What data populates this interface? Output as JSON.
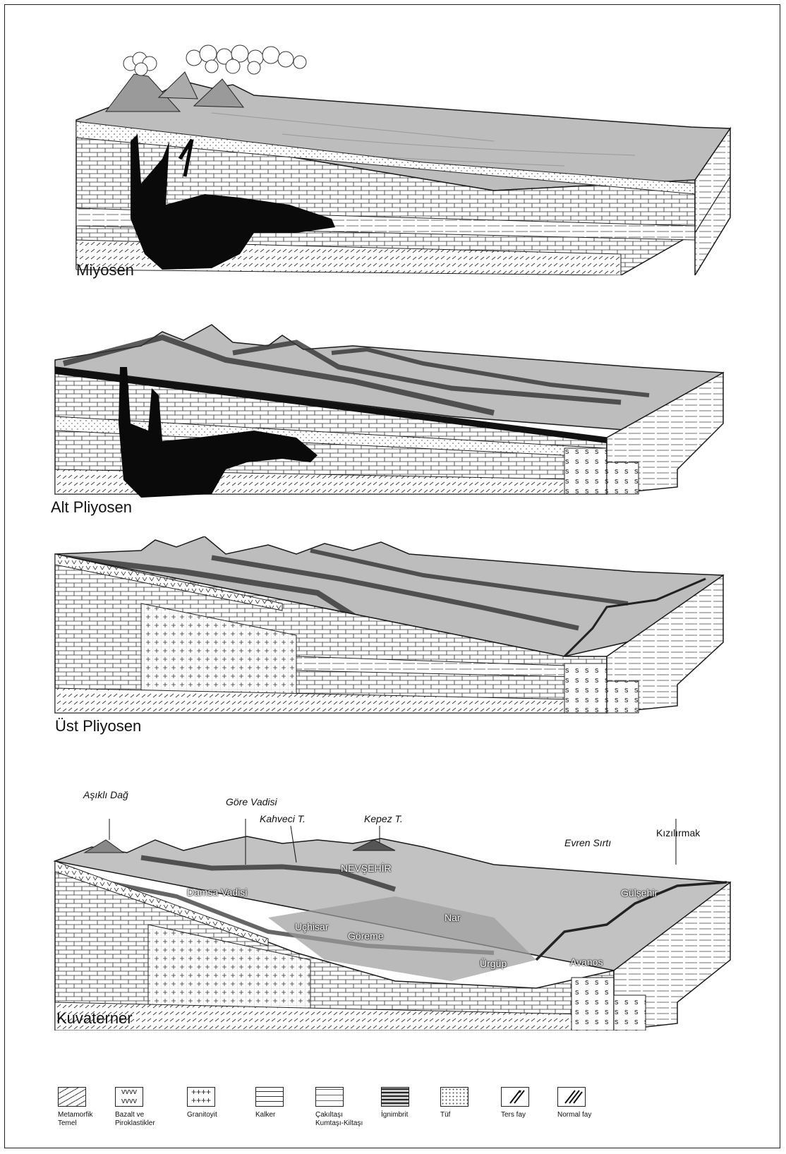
{
  "panels": [
    {
      "label": "Miyosen"
    },
    {
      "label": "Alt Pliyosen"
    },
    {
      "label": "Üst Pliyosen"
    },
    {
      "label": "Kuvaterner"
    }
  ],
  "peaks": {
    "asikli": "Aşıklı Dağ",
    "gore": "Göre Vadisi",
    "kahveci": "Kahveci T.",
    "kepez": "Kepez T.",
    "evren": "Evren Sırtı",
    "kizilirmak": "Kızılırmak"
  },
  "places": {
    "nevsehir": "NEVŞEHİR",
    "damsa": "Damsa Vadisi",
    "gulsehir": "Gülşehir",
    "uchisar": "Uçhisar",
    "goreme": "Göreme",
    "nar": "Nar",
    "urgup": "Ürgüp",
    "avanos": "Avanos"
  },
  "legend": [
    {
      "icon": "metamorphic-basement-pattern",
      "label": "Metamorfik\nTemel"
    },
    {
      "icon": "basalt-pyroclastic-pattern",
      "label": "Bazalt ve\nPiroklastikler"
    },
    {
      "icon": "granitoid-pattern",
      "label": "Granitoyit"
    },
    {
      "icon": "limestone-pattern",
      "label": "Kalker"
    },
    {
      "icon": "conglomerate-pattern",
      "label": "Çakıltaşı\nKumtaşı-Kiltaşı"
    },
    {
      "icon": "ignimbrite-pattern",
      "label": "İgnimbrit"
    },
    {
      "icon": "tuff-pattern",
      "label": "Tüf"
    },
    {
      "icon": "reverse-fault-icon",
      "label": "Ters fay"
    },
    {
      "icon": "normal-fault-icon",
      "label": "Normal fay"
    }
  ],
  "colors": {
    "surface": "#b8b8b8",
    "magma": "#0a0a0a",
    "lava": "#3a3a3a",
    "outline": "#1a1a1a"
  }
}
